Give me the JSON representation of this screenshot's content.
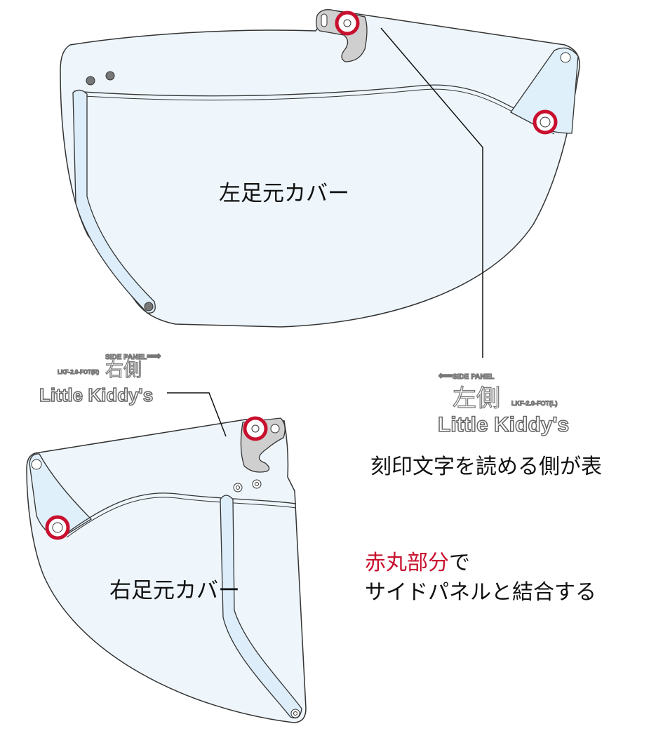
{
  "top_cover": {
    "label": "左足元カバー"
  },
  "bottom_cover": {
    "label": "右足元カバー"
  },
  "right_engraving": {
    "side_panel": "SIDE PANEL",
    "arrow": "⟹",
    "side": "右側",
    "code": "LKF-2.0-FOT(R)",
    "brand": "Little Kiddy's"
  },
  "left_engraving": {
    "side_panel": "SIDE PANEL",
    "arrow": "⟸",
    "side": "左側",
    "code": "LKF-2.0-FOT(L)",
    "brand": "Little Kiddy's"
  },
  "note_front": "刻印文字を読める側が表",
  "note_join": {
    "highlight": "赤丸部分",
    "suffix": "で",
    "line2": "サイドパネルと結合する"
  },
  "colors": {
    "panel_fill": "#eef6fc",
    "rail_fill": "#ddeefa",
    "tab_fill": "#cfcfcf",
    "marker": "#c8102e"
  }
}
